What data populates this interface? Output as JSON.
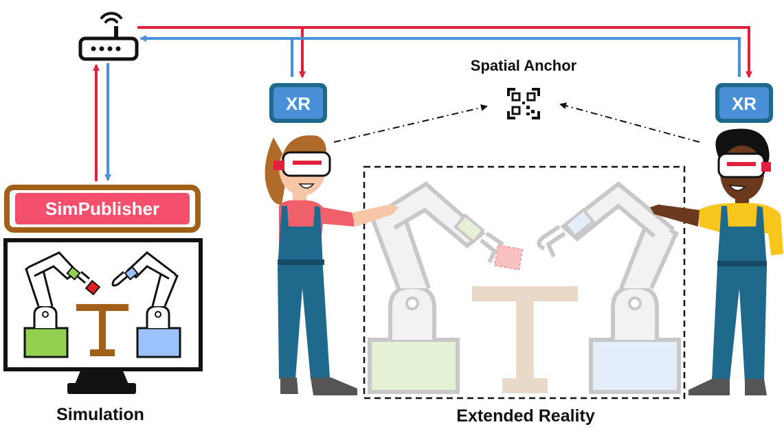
{
  "labels": {
    "simpublisher": "SimPublisher",
    "simulation": "Simulation",
    "extended_reality": "Extended Reality",
    "spatial_anchor": "Spatial Anchor",
    "xr_left": "XR",
    "xr_right": "XR"
  },
  "colors": {
    "downlink": "#e0203c",
    "uplink": "#4a90d9",
    "simpublisher_fill": "#f4506e",
    "simpublisher_border": "#a0601a",
    "xr_fill": "#4a90d9",
    "xr_border": "#1f6a8c",
    "table": "#a0601a"
  },
  "icons": [
    "router-icon",
    "qr-code-icon",
    "monitor-icon",
    "robot-arm-icon",
    "person-vr-headset-icon"
  ]
}
